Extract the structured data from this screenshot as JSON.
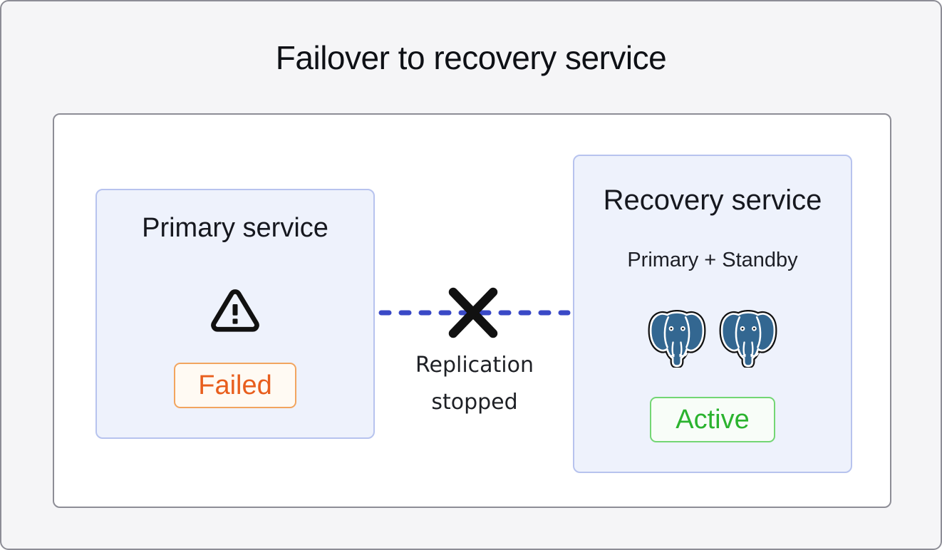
{
  "title": "Failover to recovery service",
  "primary": {
    "title": "Primary service",
    "icon": "warning-triangle-icon",
    "status_label": "Failed",
    "status_text_color": "#e85e1d",
    "status_border_color": "#f2a55f",
    "status_bg_color": "#fffaf3"
  },
  "recovery": {
    "title": "Recovery service",
    "subtitle": "Primary + Standby",
    "icons": [
      "postgresql-elephant-icon",
      "postgresql-elephant-icon"
    ],
    "status_label": "Active",
    "status_text_color": "#2bb32f",
    "status_border_color": "#73d674",
    "status_bg_color": "#f8fdf8"
  },
  "connection": {
    "label": "Replication stopped",
    "line_style": "dashed",
    "line_color": "#3a49c6",
    "cross_icon": "x-cross-icon",
    "cross_color": "#111111"
  },
  "colors": {
    "page_bg": "#f5f5f7",
    "frame_bg": "#ffffff",
    "frame_border": "#8d8d96",
    "box_bg": "#eef2fc",
    "box_border": "#b7c3ee",
    "postgres_blue": "#336791",
    "text": "#14161c"
  }
}
